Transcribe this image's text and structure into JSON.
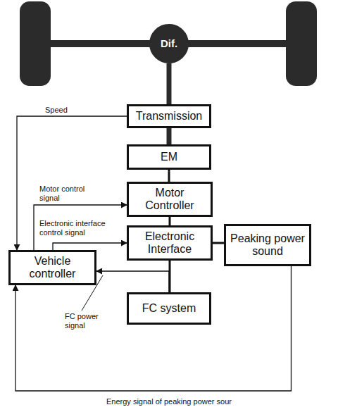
{
  "diagram": {
    "nodes": [
      {
        "text": [
          "Dif."
        ]
      },
      {
        "text": [
          "Transmission"
        ]
      },
      {
        "text": [
          "EM"
        ]
      },
      {
        "text": [
          "Motor Controller"
        ]
      },
      {
        "text": [
          "Electronic Interface"
        ]
      },
      {
        "text": [
          "Peaking power sound"
        ]
      },
      {
        "text": [
          "Vehicle controller"
        ]
      },
      {
        "text": [
          "FC system"
        ]
      }
    ],
    "edges": [
      {
        "from": 0,
        "to": 1,
        "arrow": "none"
      },
      {
        "from": 1,
        "to": 2,
        "arrow": "none"
      },
      {
        "from": 2,
        "to": 3,
        "arrow": "none"
      },
      {
        "from": 3,
        "to": 4,
        "arrow": "none"
      },
      {
        "from": 4,
        "to": 5,
        "arrow": "none"
      },
      {
        "from": 4,
        "to": 7,
        "arrow": "none"
      },
      {
        "from": 1,
        "to": 6,
        "label": "Speed",
        "arrow": "to"
      },
      {
        "from": 6,
        "to": 3,
        "label": "Motor control signal",
        "arrow": "to"
      },
      {
        "from": 6,
        "to": 4,
        "label": "Electronic interface control signal",
        "arrow": "to"
      },
      {
        "from": 7,
        "to": 6,
        "label": "FC power signal",
        "arrow": "to"
      },
      {
        "from": 5,
        "to": 6,
        "label": "Energy signal of peaking power sour",
        "arrow": "to"
      }
    ]
  }
}
